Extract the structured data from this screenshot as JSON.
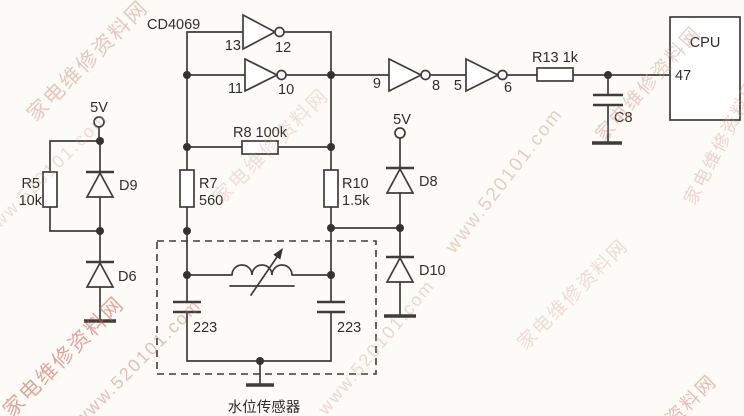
{
  "colors": {
    "ink": "#3d3d3d",
    "watermark_pink": "#d8836f",
    "background": "#fcfbf7"
  },
  "schematic": {
    "ic_label": "CD4069",
    "inverters": [
      {
        "in": "13",
        "out": "12"
      },
      {
        "in": "11",
        "out": "10"
      },
      {
        "in": "9",
        "out": "8"
      },
      {
        "in": "5",
        "out": "6"
      }
    ],
    "supplies": {
      "left": "5V",
      "right": "5V"
    },
    "resistors": {
      "r5": {
        "name": "R5",
        "value": "10k"
      },
      "r7": {
        "name": "R7",
        "value": "560"
      },
      "r8": {
        "label": "R8  100k"
      },
      "r10": {
        "name": "R10",
        "value": "1.5k"
      },
      "r13": {
        "label": "R13  1k"
      }
    },
    "diodes": {
      "d9": "D9",
      "d6": "D6",
      "d8": "D8",
      "d10": "D10"
    },
    "capacitors": {
      "c8": "C8",
      "sensor_left": "223",
      "sensor_right": "223"
    },
    "cpu": {
      "label": "CPU",
      "pin": "47"
    },
    "sensor_box_label": "水位传感器"
  },
  "watermarks": [
    {
      "text": "家电维修资料网"
    },
    {
      "text": "www.520101.com"
    },
    {
      "text": "家电维修资料网"
    },
    {
      "text": "www.520101.com"
    },
    {
      "text": "家电维修资料网"
    },
    {
      "text": "www.520101.com"
    },
    {
      "text": "家电维修资料网"
    },
    {
      "text": "家电维修资料网"
    },
    {
      "text": "www.520101.com"
    },
    {
      "text": "家电维修资料网"
    },
    {
      "text": "资料网"
    }
  ]
}
